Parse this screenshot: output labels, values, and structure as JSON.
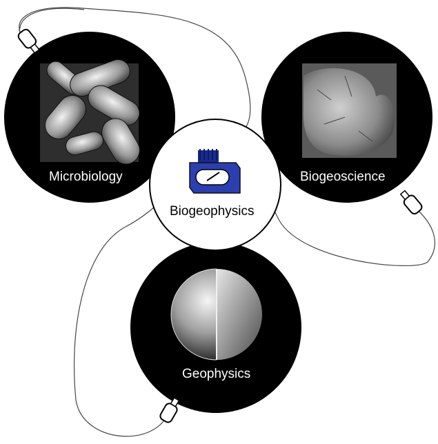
{
  "diagram": {
    "center": {
      "label": "Biogeophysics",
      "icon": "instrument-meter-icon"
    },
    "nodes": [
      {
        "label": "Microbiology",
        "image": "bacteria-micrograph"
      },
      {
        "label": "Biogeoscience",
        "image": "mineral-grain-micrograph"
      },
      {
        "label": "Geophysics",
        "image": "earth-cross-section"
      }
    ],
    "probes": [
      "electrode-probe-icon",
      "electrode-probe-icon",
      "electrode-probe-icon"
    ]
  }
}
